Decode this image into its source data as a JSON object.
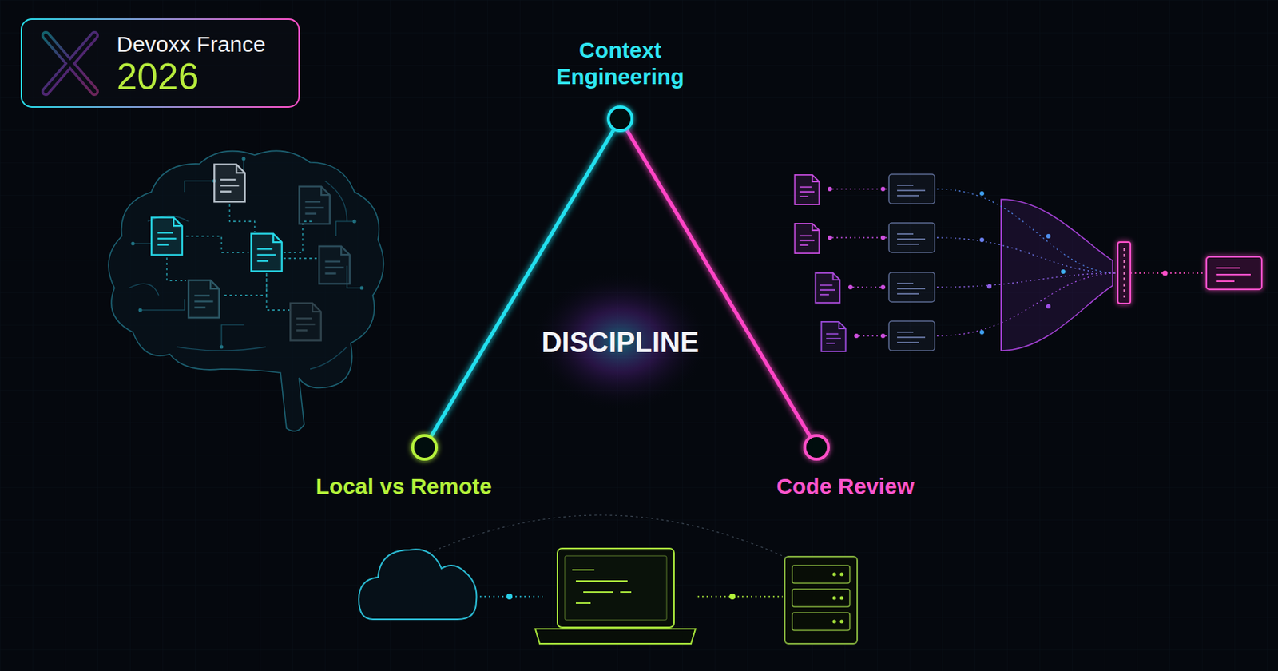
{
  "diagram": {
    "nodes": [
      {
        "text": [
          "Devoxx France",
          "2026"
        ]
      },
      {
        "text": [
          "Context Engineering"
        ]
      },
      {
        "text": [
          "Local vs Remote"
        ]
      },
      {
        "text": [
          "Code Review"
        ]
      }
    ],
    "edges": [
      {
        "from": 1,
        "to": 2,
        "arrow": "none"
      },
      {
        "from": 1,
        "to": 3,
        "arrow": "none"
      },
      {
        "from": 2,
        "to": 3,
        "arrow": "none"
      }
    ],
    "labels": [
      "DISCIPLINE"
    ]
  }
}
